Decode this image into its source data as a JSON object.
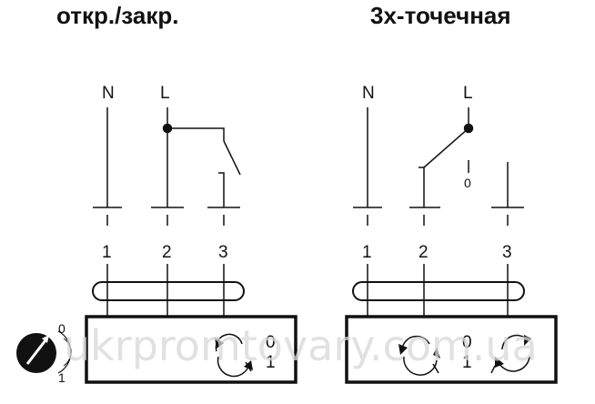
{
  "left": {
    "title": "откр./закр.",
    "wire_labels": [
      "N",
      "L"
    ],
    "terminals": [
      "1",
      "2",
      "3"
    ],
    "box_labels": [
      "0",
      "1"
    ]
  },
  "right": {
    "title": "3х-точечная",
    "wire_labels": [
      "N",
      "L"
    ],
    "switch_position": "0",
    "terminals": [
      "1",
      "2",
      "3"
    ],
    "box_labels": [
      "0",
      "1"
    ]
  },
  "gauge_labels": [
    "0",
    "1"
  ],
  "watermark": "ukrpromtovary.com.ua"
}
